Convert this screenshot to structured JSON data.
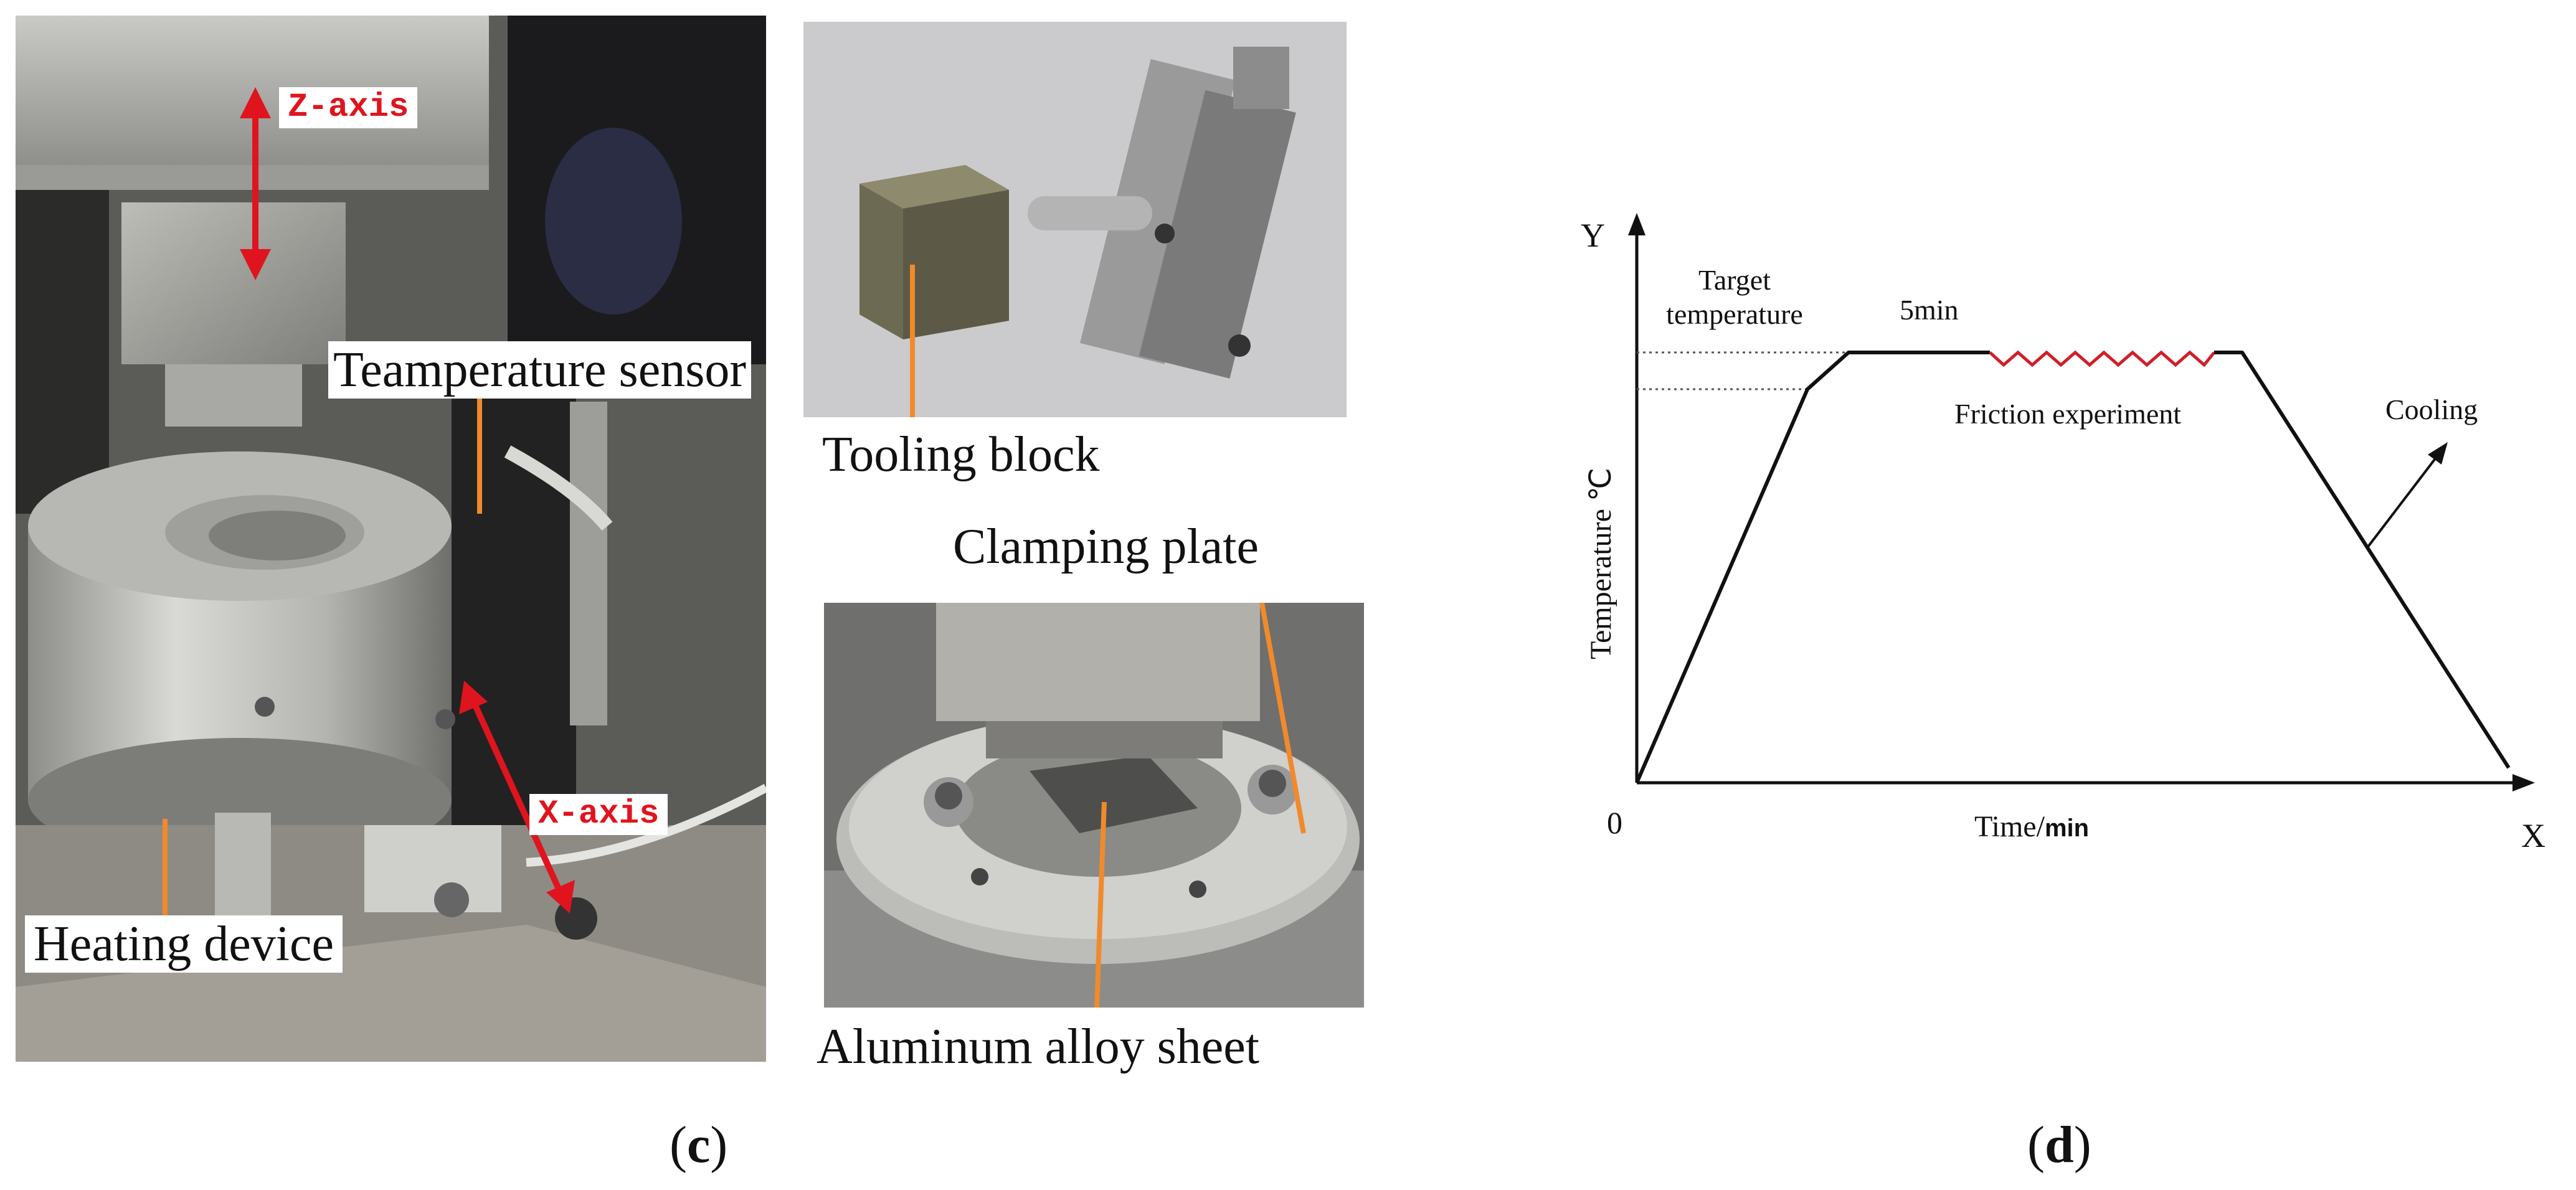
{
  "panel_c": {
    "caption": {
      "open": "(",
      "letter": "c",
      "close": ")"
    },
    "labels": {
      "z_axis": "Z-axis",
      "x_axis": "X-axis",
      "temperature_sensor": "Teamperature sensor",
      "heating_device": "Heating device",
      "tooling_block": "Tooling block",
      "clamping_plate": "Clamping plate",
      "aluminum_sheet": "Aluminum alloy sheet"
    },
    "colors": {
      "axis_arrow": "#e0141e",
      "leader_line": "#f08a2c"
    }
  },
  "panel_d": {
    "caption": {
      "open": "(",
      "letter": "d",
      "close": ")"
    },
    "axis": {
      "y_letter": "Y",
      "x_letter": "X",
      "origin": "0",
      "ylabel": "Temperature ℃",
      "xlabel_a": "Time/",
      "xlabel_b": "min"
    },
    "annotations": {
      "target_line1": "Target",
      "target_line2": "temperature",
      "hold": "5min",
      "friction": "Friction experiment",
      "cooling": "Cooling"
    },
    "colors": {
      "curve": "#111111",
      "friction_zigzag": "#d0202a",
      "dotted_guide": "#555555"
    }
  }
}
